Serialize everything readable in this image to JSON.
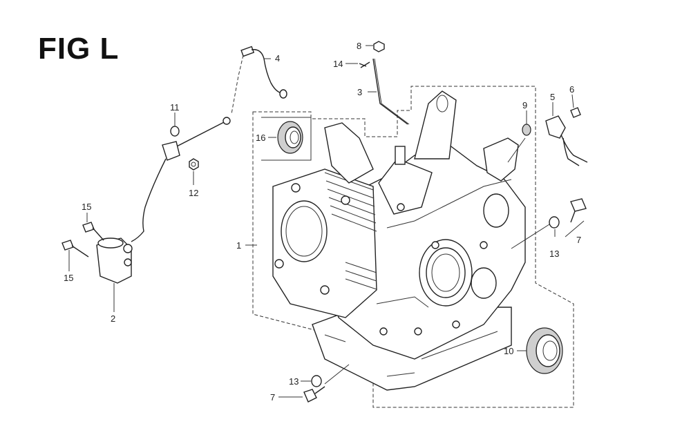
{
  "figure": {
    "title": "FIG L"
  },
  "callouts": [
    {
      "id": "c1",
      "label": "1"
    },
    {
      "id": "c2",
      "label": "2"
    },
    {
      "id": "c3",
      "label": "3"
    },
    {
      "id": "c4",
      "label": "4"
    },
    {
      "id": "c5",
      "label": "5"
    },
    {
      "id": "c6",
      "label": "6"
    },
    {
      "id": "c7a",
      "label": "7"
    },
    {
      "id": "c7b",
      "label": "7"
    },
    {
      "id": "c8",
      "label": "8"
    },
    {
      "id": "c9",
      "label": "9"
    },
    {
      "id": "c10",
      "label": "10"
    },
    {
      "id": "c11",
      "label": "11"
    },
    {
      "id": "c12",
      "label": "12"
    },
    {
      "id": "c13a",
      "label": "13"
    },
    {
      "id": "c13b",
      "label": "13"
    },
    {
      "id": "c14",
      "label": "14"
    },
    {
      "id": "c15a",
      "label": "15"
    },
    {
      "id": "c15b",
      "label": "15"
    },
    {
      "id": "c16",
      "label": "16"
    }
  ]
}
